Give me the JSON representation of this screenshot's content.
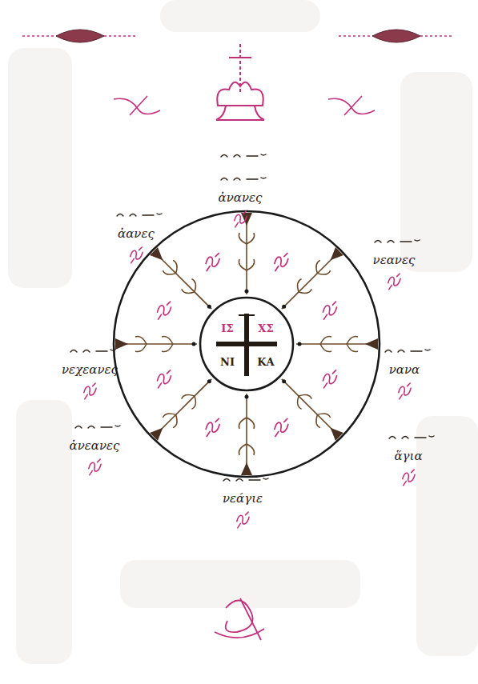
{
  "diagram": {
    "nodes": [
      {
        "text": [
          "ΙΣ",
          "ΧΣ",
          "ΝΙ",
          "ΚΑ"
        ]
      }
    ],
    "labels": [
      "ἀνανες",
      "ἀανες",
      "νεανες",
      "νεχεανες",
      "νανα",
      "ἀνεανες",
      "ἅγια",
      "νεάγιε"
    ]
  }
}
